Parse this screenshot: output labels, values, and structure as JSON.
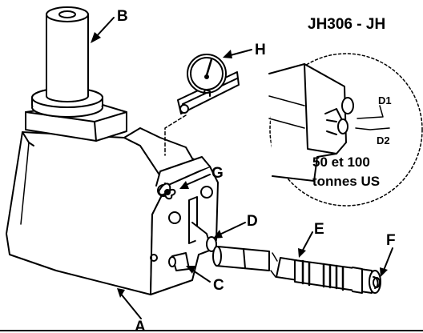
{
  "title": "JH306 - JH",
  "inset_note_line1": "50 et 100",
  "inset_note_line2": "tonnes US",
  "labels": {
    "A": "A",
    "B": "B",
    "C": "C",
    "D": "D",
    "E": "E",
    "F": "F",
    "G": "G",
    "H": "H",
    "D1": "D1",
    "D2": "D2"
  }
}
